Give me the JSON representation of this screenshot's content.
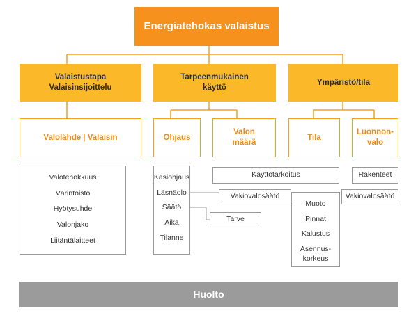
{
  "title": "Energiatehokas valaistus",
  "categories": {
    "lighting": "Valaistustapa\nValaisinsijoittelu",
    "demand": "Tarpeenmukainen\nkäyttö",
    "environment": "Ympäristö/tila"
  },
  "subcategories": {
    "lamp": "Valolähde | Valaisin",
    "control": "Ohjaus",
    "amount": "Valon\nmäärä",
    "space": "Tila",
    "daylight": "Luonnon-\nvalo"
  },
  "lists": {
    "lamp": [
      "Valotehokkuus",
      "Värintoisto",
      "Hyötysuhde",
      "Valonjako",
      "Liitäntälaitteet"
    ],
    "control": [
      "Käsiohjaus",
      "Läsnäolo",
      "Säätö",
      "Aika",
      "Tilanne"
    ],
    "space": [
      "Muoto",
      "Pinnat",
      "Kalustus",
      "Asennus-\nkorkeus"
    ]
  },
  "tags": {
    "usage": "Käyttötarkoitus",
    "structures": "Rakenteet",
    "constant_1": "Vakiovalosäätö",
    "constant_2": "Vakiovalosäätö",
    "need": "Tarve"
  },
  "footer": "Huolto",
  "colors": {
    "top": "#f7911d",
    "category": "#fbb829",
    "sub_border": "#f6a01a",
    "sub_text": "#f08a14",
    "footer": "#9b9b9b"
  }
}
